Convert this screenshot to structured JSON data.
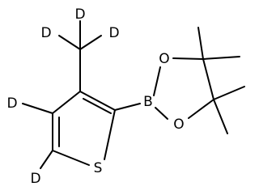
{
  "molecule": {
    "atoms": {
      "deuterium_methyl_top": "D",
      "deuterium_methyl_left": "D",
      "deuterium_methyl_right": "D",
      "deuterium_c4": "D",
      "deuterium_c5": "D",
      "boron": "B",
      "oxygen_upper": "O",
      "oxygen_lower": "O",
      "sulfur": "S"
    }
  },
  "colors": {
    "ink": "#000000",
    "background": "#ffffff"
  }
}
